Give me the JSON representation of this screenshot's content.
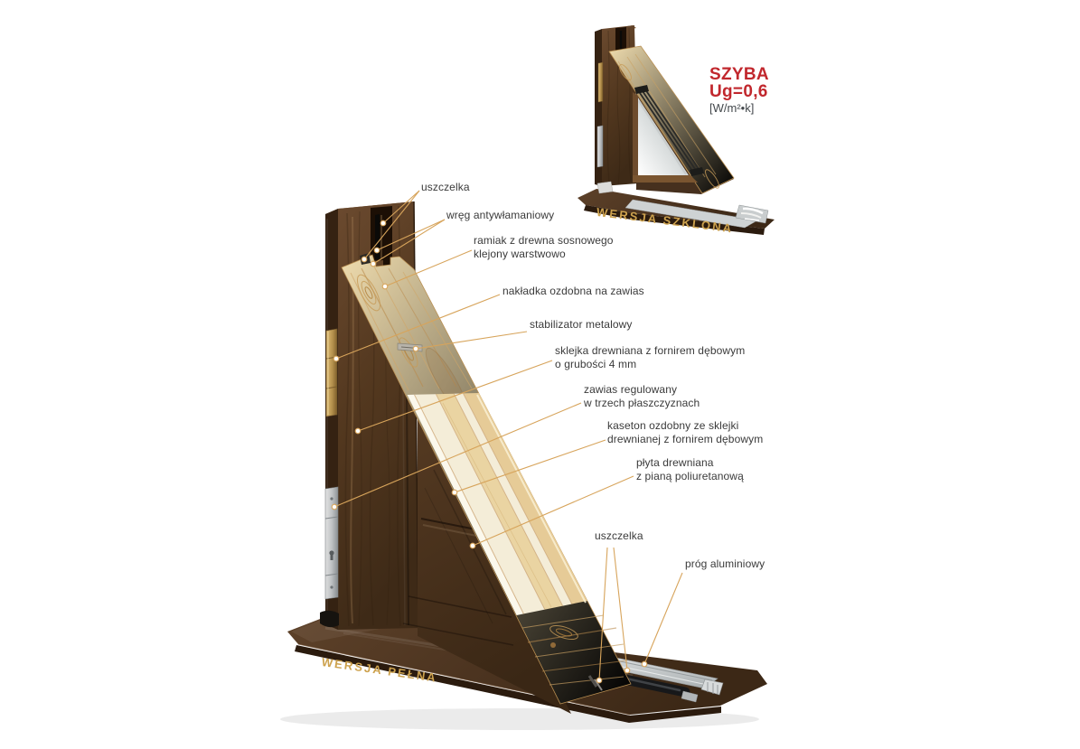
{
  "captions": {
    "glazed_version": "WERSJA SZKLONA",
    "full_version": "WERSJA PEŁNA"
  },
  "glass_info": {
    "line1": "SZYBA",
    "line2": "Ug=0,6",
    "unit": "[W/m²•k]"
  },
  "labels": [
    {
      "id": "uszczelka-top",
      "text": "uszczelka"
    },
    {
      "id": "wreg",
      "text": "wręg antywłamaniowy"
    },
    {
      "id": "ramiak",
      "text": "ramiak z drewna sosnowego\nklejony warstwowo"
    },
    {
      "id": "nakladka",
      "text": "nakładka ozdobna na zawias"
    },
    {
      "id": "stabilizator",
      "text": "stabilizator metalowy"
    },
    {
      "id": "sklejka",
      "text": "sklejka drewniana z fornirem dębowym\no grubości 4 mm"
    },
    {
      "id": "zawias",
      "text": "zawias regulowany\nw trzech płaszczyznach"
    },
    {
      "id": "kaseton",
      "text": "kaseton ozdobny ze sklejki\ndrewnianej z fornirem dębowym"
    },
    {
      "id": "plyta",
      "text": "płyta drewniana\nz pianą poliuretanową"
    },
    {
      "id": "uszczelka-bottom",
      "text": "uszczelka"
    },
    {
      "id": "prog",
      "text": "próg aluminiowy"
    }
  ],
  "colors": {
    "leader_gold": "#d7a45b",
    "caption_gold": "#cda24e",
    "glass_red": "#c1272d",
    "label_text": "#3a3a3a",
    "walnut_dark": "#45301d",
    "pine_light": "#ead5a6",
    "foam_cream": "#f4edd8",
    "aluminum": "#c6c9ca"
  }
}
